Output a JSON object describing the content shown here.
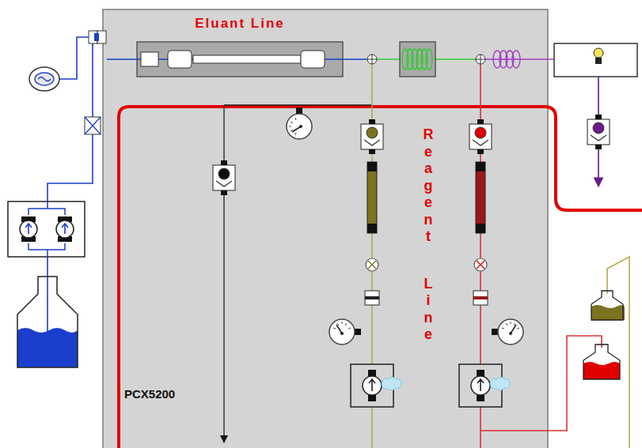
{
  "diagram": {
    "nodes": [
      {
        "text": [
          "PCX5200"
        ]
      },
      {
        "text": [
          "Eluant Line"
        ],
        "in": 0
      }
    ],
    "labels": [
      "Reagent Line"
    ]
  }
}
